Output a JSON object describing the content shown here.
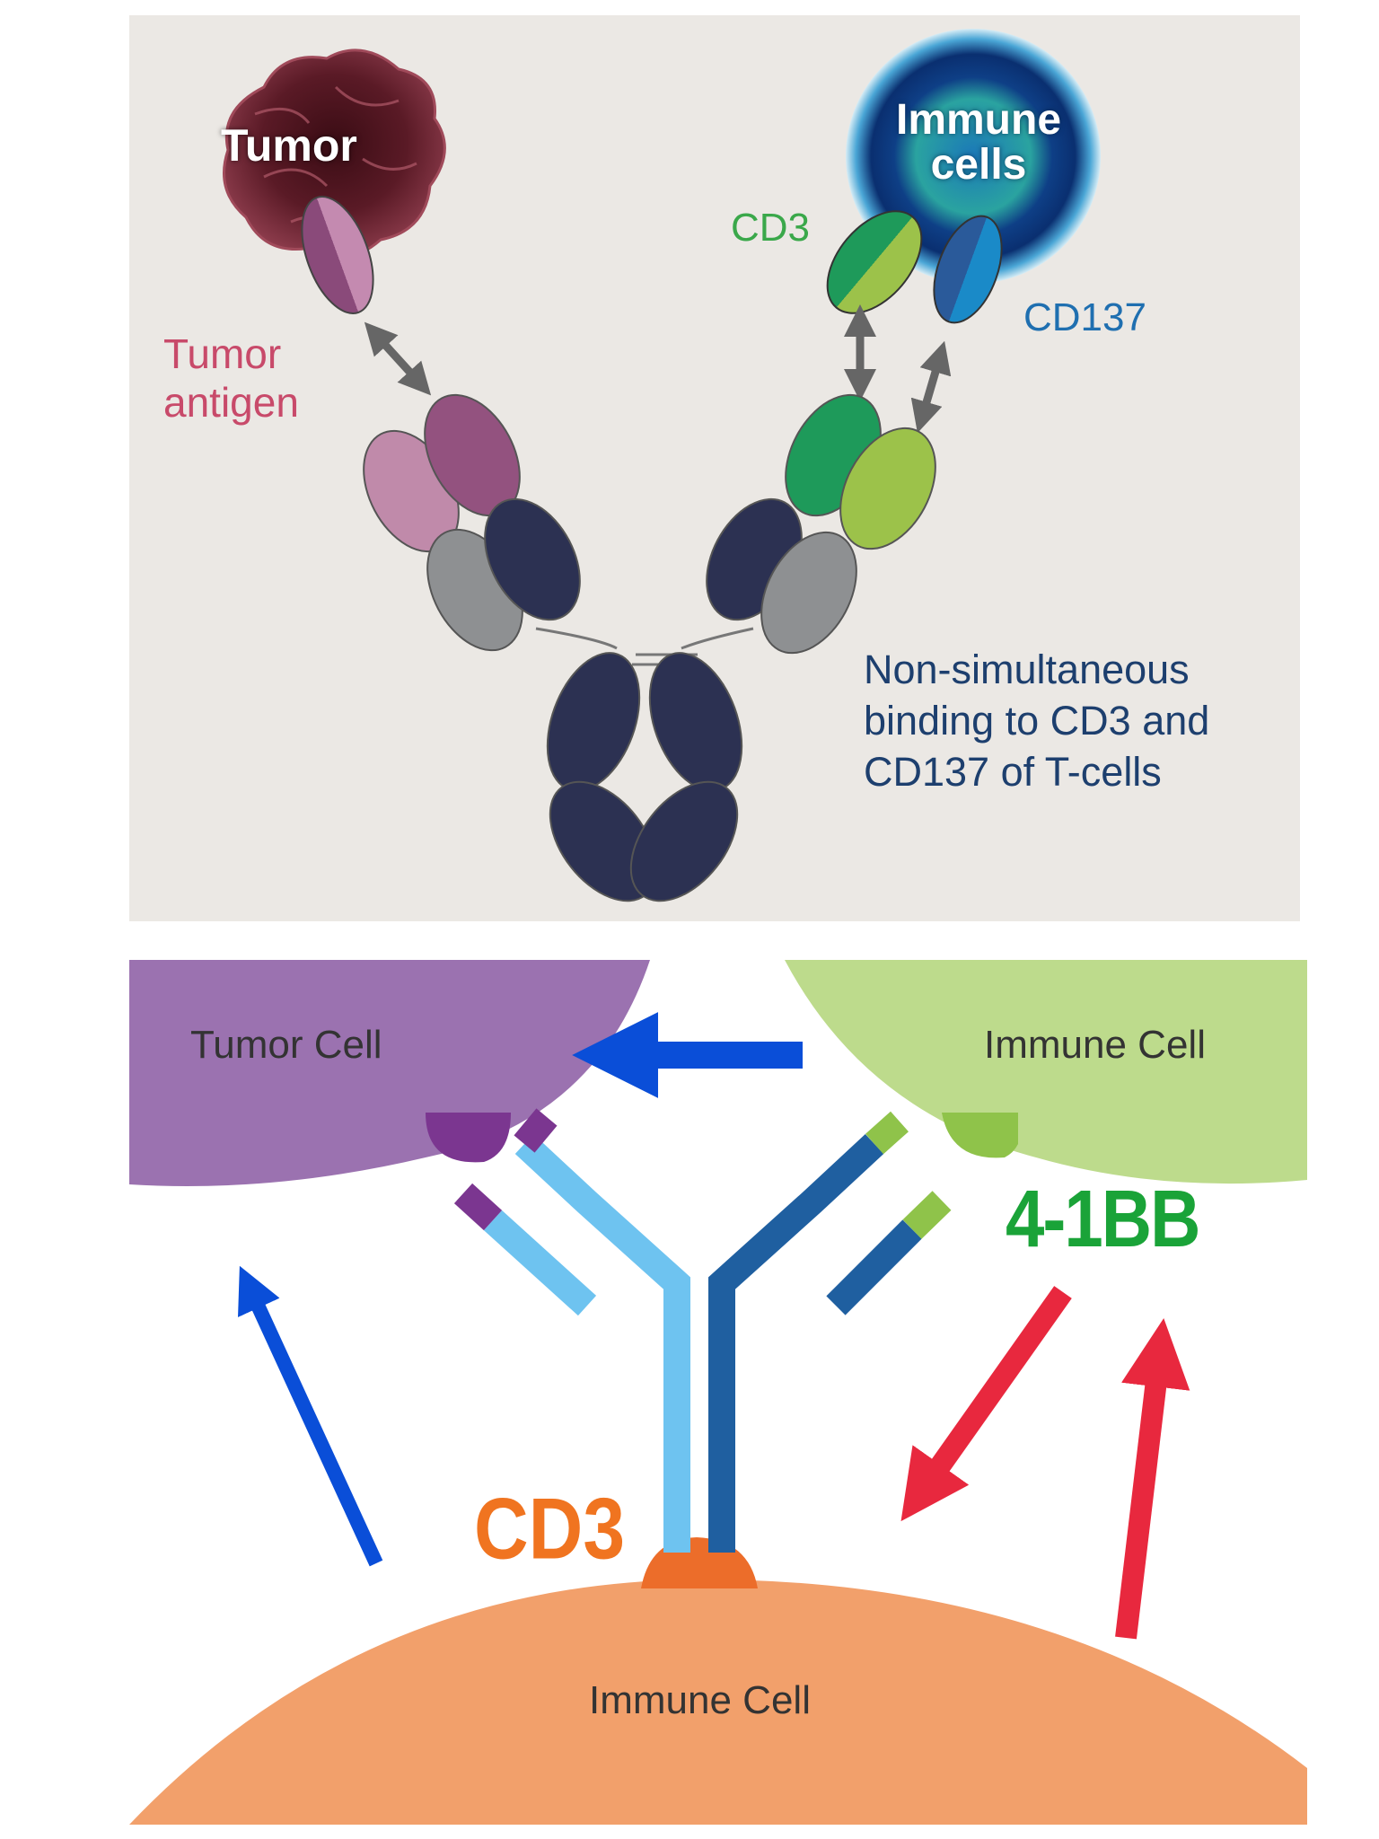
{
  "top_panel": {
    "tumor": "Tumor",
    "immune_cells": "Immune cells",
    "cd3": "CD3",
    "cd137": "CD137",
    "tumor_antigen": "Tumor antigen",
    "note": "Non-simultaneous binding to CD3 and CD137 of T-cells"
  },
  "bottom_panel": {
    "tumor_cell": "Tumor Cell",
    "immune_cell_right": "Immune Cell",
    "immune_cell_bottom": "Immune Cell",
    "receptor_4_1bb": "4-1BB",
    "receptor_cd3": "CD3"
  },
  "colors": {
    "panel_bg": "#ebe8e4",
    "tumor_antigen": "#c84a6a",
    "cd3_green": "#3aa84a",
    "cd137_blue": "#1f6fb0",
    "antibody_navy": "#2c3152",
    "tumor_cell_purple": "#9b72b0",
    "immune_cell_green": "#bddb8c",
    "immune_cell_orange": "#f2a06b",
    "cd3_orange": "#f07420",
    "arrow_blue": "#0a4ed8",
    "arrow_red": "#e8283e",
    "label_4_1bb_green": "#1aa338"
  }
}
